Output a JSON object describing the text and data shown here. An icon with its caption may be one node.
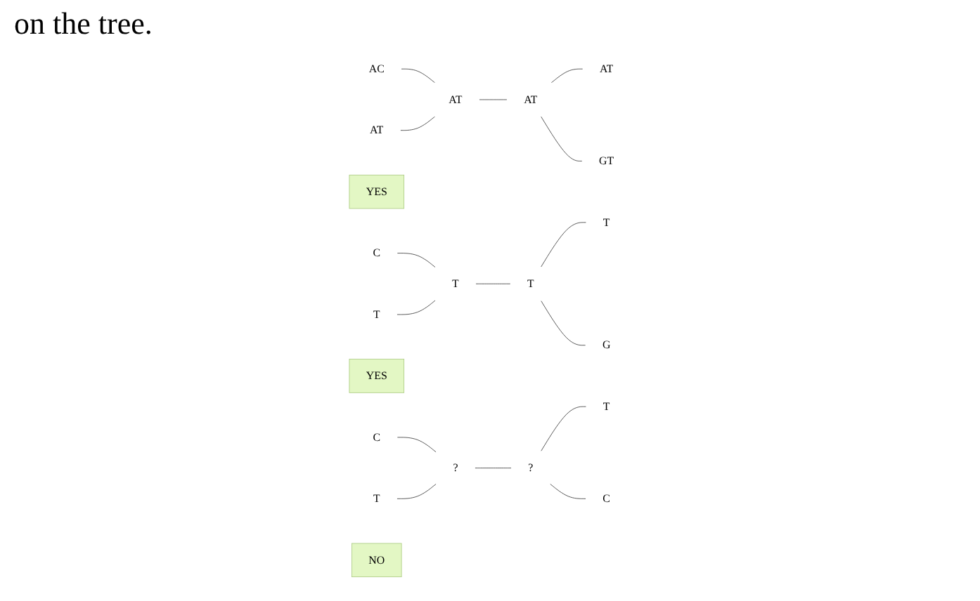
{
  "diagram": {
    "nodes": [
      {
        "text": [
          "AC"
        ]
      },
      {
        "text": [
          "AT"
        ]
      },
      {
        "text": [
          "AT"
        ]
      },
      {
        "text": [
          "AT"
        ]
      },
      {
        "text": [
          "AT"
        ]
      },
      {
        "text": [
          "GT"
        ]
      },
      {
        "text": [
          "YES"
        ]
      },
      {
        "text": [
          "C"
        ]
      },
      {
        "text": [
          "T"
        ]
      },
      {
        "text": [
          "T"
        ]
      },
      {
        "text": [
          "T"
        ]
      },
      {
        "text": [
          "T"
        ]
      },
      {
        "text": [
          "G"
        ]
      },
      {
        "text": [
          "YES"
        ]
      },
      {
        "text": [
          "C"
        ]
      },
      {
        "text": [
          "?"
        ]
      },
      {
        "text": [
          "T"
        ]
      },
      {
        "text": [
          "?"
        ]
      },
      {
        "text": [
          "C"
        ]
      },
      {
        "text": [
          "T"
        ]
      },
      {
        "text": [
          "NO"
        ]
      }
    ],
    "edges": [
      {
        "from": 0,
        "to": 2,
        "arrow": "none"
      },
      {
        "from": 1,
        "to": 2,
        "arrow": "none"
      },
      {
        "from": 2,
        "to": 3,
        "arrow": "none"
      },
      {
        "from": 3,
        "to": 4,
        "arrow": "none"
      },
      {
        "from": 3,
        "to": 5,
        "arrow": "none"
      },
      {
        "from": 7,
        "to": 8,
        "arrow": "none"
      },
      {
        "from": 11,
        "to": 8,
        "arrow": "none"
      },
      {
        "from": 8,
        "to": 10,
        "arrow": "none"
      },
      {
        "from": 10,
        "to": 9,
        "arrow": "none"
      },
      {
        "from": 10,
        "to": 12,
        "arrow": "none"
      },
      {
        "from": 14,
        "to": 15,
        "arrow": "none"
      },
      {
        "from": 19,
        "to": 15,
        "arrow": "none"
      },
      {
        "from": 15,
        "to": 17,
        "arrow": "none"
      },
      {
        "from": 17,
        "to": 16,
        "arrow": "none"
      },
      {
        "from": 17,
        "to": 18,
        "arrow": "none"
      }
    ],
    "labels": [
      "on the tree."
    ]
  }
}
